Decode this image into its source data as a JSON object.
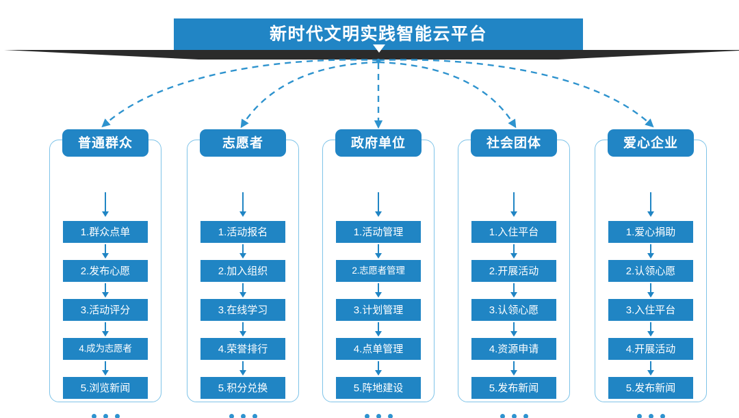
{
  "banner": {
    "title": "新时代文明实践智能云平台",
    "marker_icon": "triangle-down-icon",
    "bar_color": "#2185C5",
    "ribbon_color": "#2B2B2B"
  },
  "theme": {
    "accent": "#2185C5",
    "step_blue": "#2085C4",
    "card_border": "#7EC3E8",
    "connector": "#2E93CE",
    "background": "#FFFFFF"
  },
  "ellipsis_label": "…",
  "columns": [
    {
      "header": "普通群众",
      "steps": [
        "1.群众点单",
        "2.发布心愿",
        "3.活动评分",
        "4.成为志愿者",
        "5.浏览新闻"
      ]
    },
    {
      "header": "志愿者",
      "steps": [
        "1.活动报名",
        "2.加入组织",
        "3.在线学习",
        "4.荣誉排行",
        "5.积分兑换"
      ]
    },
    {
      "header": "政府单位",
      "steps": [
        "1.活动管理",
        "2.志愿者管理",
        "3.计划管理",
        "4.点单管理",
        "5.阵地建设"
      ]
    },
    {
      "header": "社会团体",
      "steps": [
        "1.入住平台",
        "2.开展活动",
        "3.认领心愿",
        "4.资源申请",
        "5.发布新闻"
      ]
    },
    {
      "header": "爱心企业",
      "steps": [
        "1.爱心捐助",
        "2.认领心愿",
        "3.入住平台",
        "4.开展活动",
        "5.发布新闻"
      ]
    }
  ]
}
